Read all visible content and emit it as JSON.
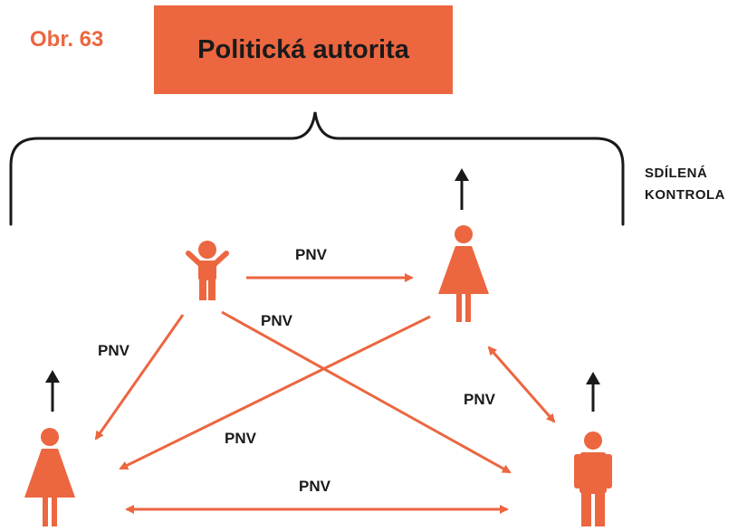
{
  "figure_label": "Obr. 63",
  "authority": {
    "title": "Politická autorita"
  },
  "shared_control": {
    "line1": "SDÍLENÁ",
    "line2": "KONTROLA"
  },
  "edges": [
    {
      "id": "child-woman-top",
      "label": "PNV"
    },
    {
      "id": "child-man",
      "label": "PNV"
    },
    {
      "id": "child-woman-left",
      "label": "PNV"
    },
    {
      "id": "woman-top-woman-left",
      "label": "PNV"
    },
    {
      "id": "woman-top-man",
      "label": "PNV"
    },
    {
      "id": "woman-left-man",
      "label": "PNV"
    }
  ],
  "colors": {
    "accent": "#EC6640",
    "ink": "#1a1a1a"
  }
}
